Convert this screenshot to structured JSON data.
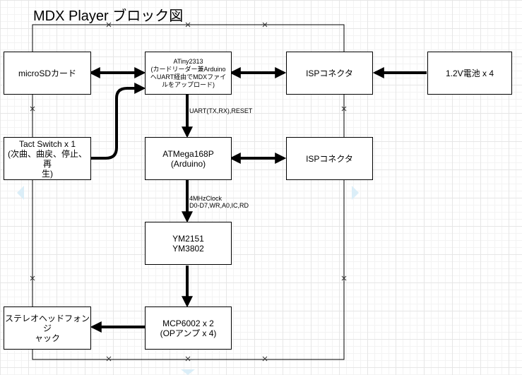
{
  "title": "MDX Player ブロック図",
  "nodes": {
    "microsd": "microSDカード",
    "attiny": "ATiny2313\n(カードリーダー兼Arduino\nへUART経由でMDXファイ\nルをアップロード)",
    "isp_top": "ISPコネクタ",
    "battery": "1.2V電池 x 4",
    "tact": "Tact Switch x 1\n(次曲、曲戻、停止、再\n生)",
    "atmega": "ATMega168P\n(Arduino)",
    "isp_mid": "ISPコネクタ",
    "ym": "YM2151\nYM3802",
    "mcp": "MCP6002 x 2\n(OPアンプ x 4)",
    "jack": "ステレオヘッドフォンジ\nャック"
  },
  "edge_labels": {
    "uart": "UART(TX,RX),RESET",
    "clock": "4MHzClock\nD0-D7,WR,A0,IC,RD"
  }
}
